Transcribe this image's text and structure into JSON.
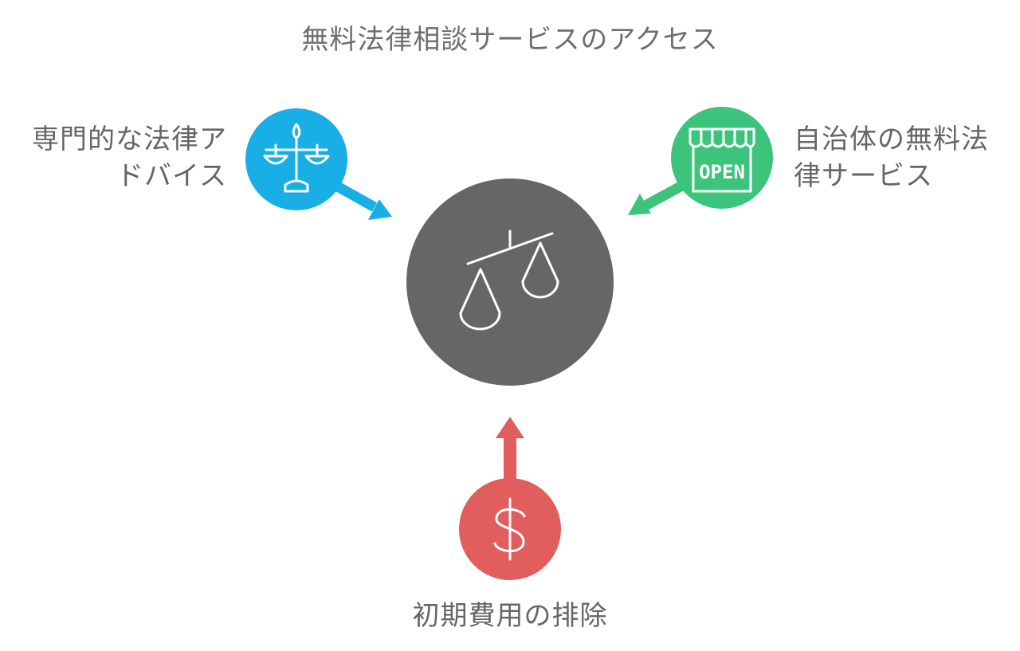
{
  "title": "無料法律相談サービスのアクセス",
  "center": {
    "icon": "scales-of-justice-icon",
    "color": "#666666"
  },
  "nodes": {
    "left": {
      "lines": [
        "専門的な法律ア",
        "ドバイス"
      ],
      "icon": "balance-scale-icon",
      "color": "#1aaee6"
    },
    "right": {
      "lines": [
        "自治体の無料法",
        "律サービス"
      ],
      "icon": "open-shop-sign-icon",
      "icon_text": "OPEN",
      "color": "#3cc47c"
    },
    "bottom": {
      "lines": [
        "初期費用の排除"
      ],
      "icon": "dollar-sign-icon",
      "color": "#e15e5c"
    }
  }
}
